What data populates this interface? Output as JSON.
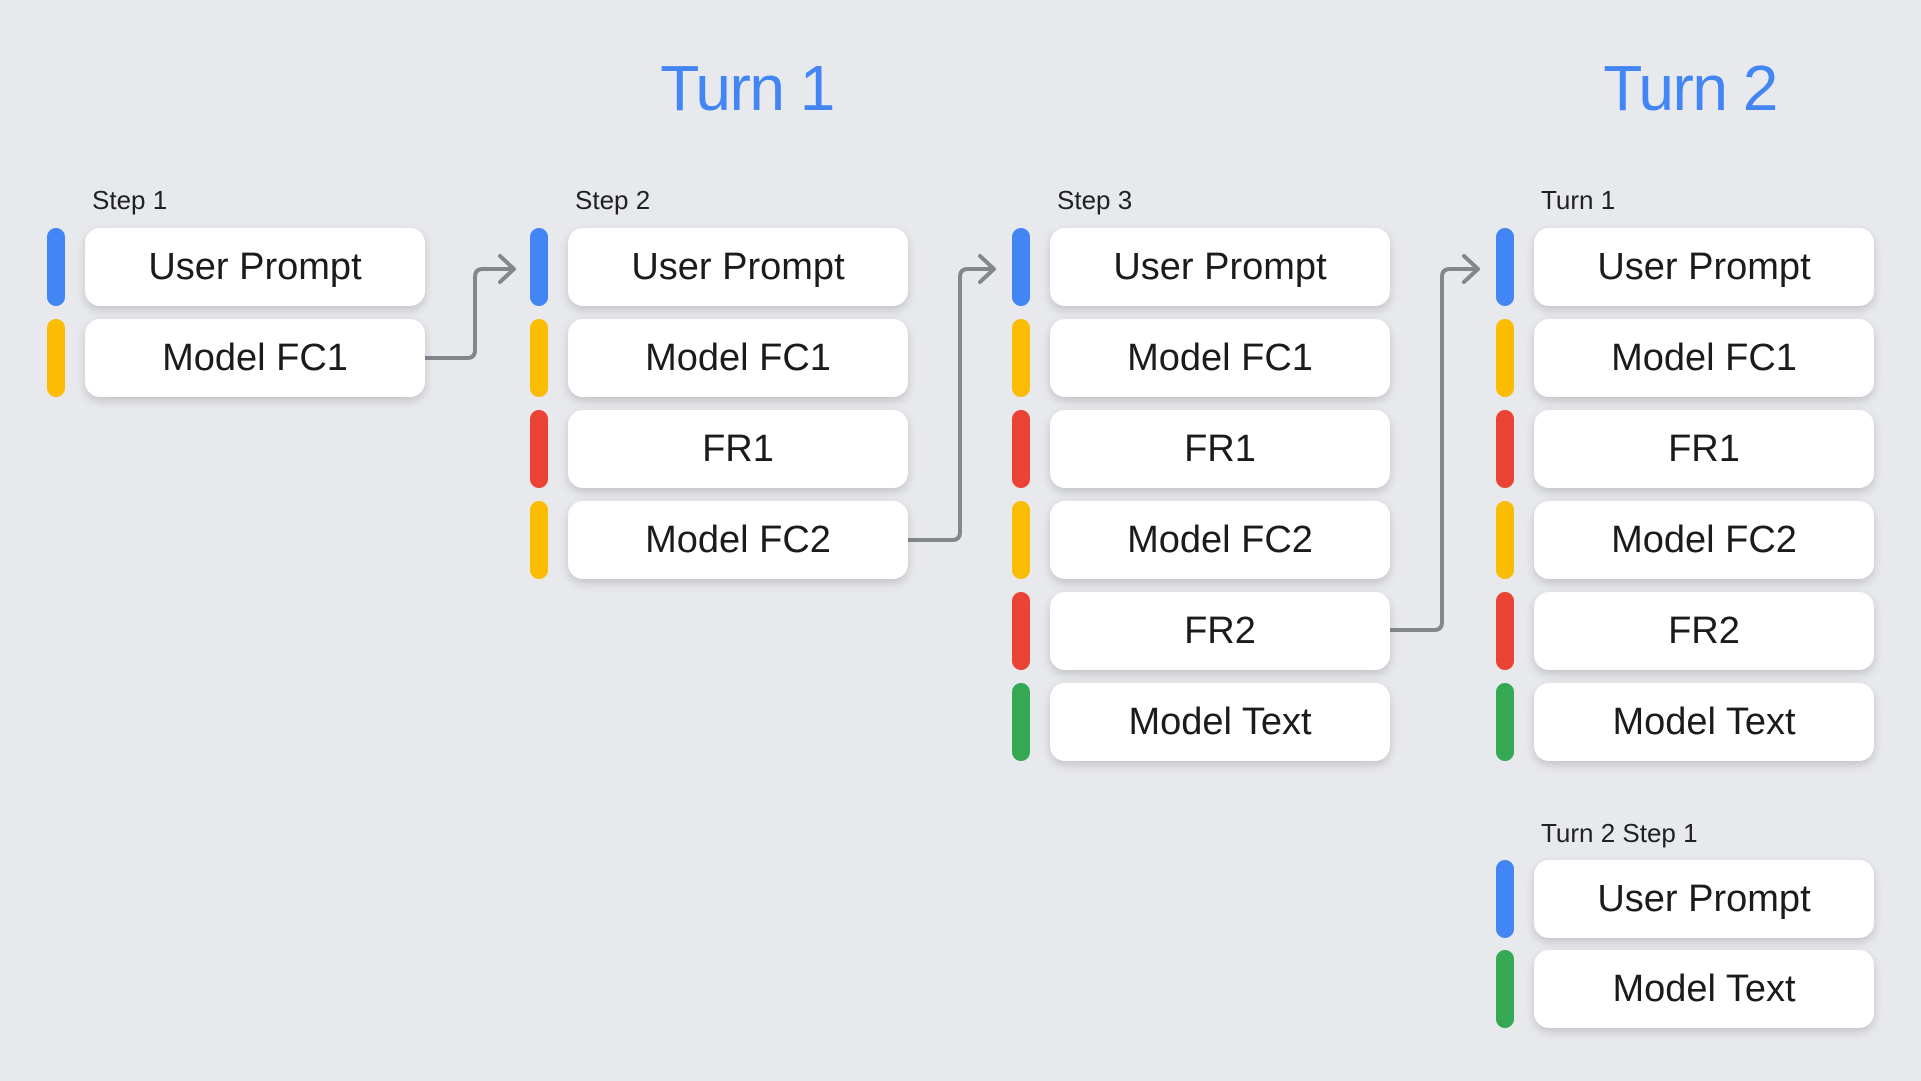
{
  "headings": {
    "turn1": "Turn 1",
    "turn2": "Turn 2"
  },
  "colors": {
    "background": "#E8E9ED",
    "heading": "#4285F4",
    "user_prompt": "#4285F4",
    "model_fc": "#FBBC04",
    "function_response": "#EA4335",
    "model_text": "#34A853",
    "arrow": "#82878C",
    "card_bg": "#FFFFFF",
    "card_text": "#1B1B1B",
    "label_text": "#202124"
  },
  "columns": [
    {
      "label": "Step 1",
      "cards": [
        {
          "label": "User Prompt",
          "type": "user_prompt"
        },
        {
          "label": "Model FC1",
          "type": "model_fc"
        }
      ]
    },
    {
      "label": "Step 2",
      "cards": [
        {
          "label": "User Prompt",
          "type": "user_prompt"
        },
        {
          "label": "Model FC1",
          "type": "model_fc"
        },
        {
          "label": "FR1",
          "type": "function_response"
        },
        {
          "label": "Model FC2",
          "type": "model_fc"
        }
      ]
    },
    {
      "label": "Step 3",
      "cards": [
        {
          "label": "User Prompt",
          "type": "user_prompt"
        },
        {
          "label": "Model FC1",
          "type": "model_fc"
        },
        {
          "label": "FR1",
          "type": "function_response"
        },
        {
          "label": "Model FC2",
          "type": "model_fc"
        },
        {
          "label": "FR2",
          "type": "function_response"
        },
        {
          "label": "Model Text",
          "type": "model_text"
        }
      ]
    },
    {
      "label": "Turn 1",
      "cards": [
        {
          "label": "User Prompt",
          "type": "user_prompt"
        },
        {
          "label": "Model FC1",
          "type": "model_fc"
        },
        {
          "label": "FR1",
          "type": "function_response"
        },
        {
          "label": "Model FC2",
          "type": "model_fc"
        },
        {
          "label": "FR2",
          "type": "function_response"
        },
        {
          "label": "Model Text",
          "type": "model_text"
        }
      ]
    },
    {
      "label": "Turn 2 Step 1",
      "cards": [
        {
          "label": "User Prompt",
          "type": "user_prompt"
        },
        {
          "label": "Model Text",
          "type": "model_text"
        }
      ]
    }
  ],
  "arrows": [
    {
      "from": "Step 1 / Model FC1",
      "to": "Step 2 / User Prompt"
    },
    {
      "from": "Step 2 / Model FC2",
      "to": "Step 3 / User Prompt"
    },
    {
      "from": "Step 3 / FR2",
      "to": "Turn 1 / User Prompt"
    }
  ]
}
